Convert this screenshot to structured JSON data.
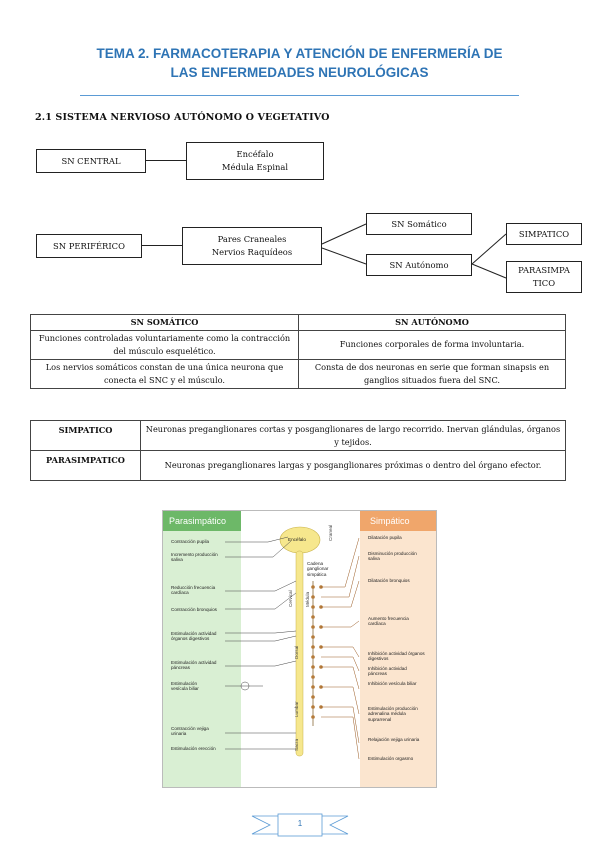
{
  "title_line1": "TEMA 2. FARMACOTERAPIA Y ATENCIÓN DE ENFERMERÍA DE",
  "title_line2": "LAS ENFERMEDADES NEUROLÓGICAS",
  "section_title": "2.1 SISTEMA NERVIOSO AUTÓNOMO O VEGETATIVO",
  "diagram": {
    "sn_central": "SN CENTRAL",
    "encefalo": "Encéfalo",
    "medula": "Médula Espinal",
    "sn_periferico": "SN PERIFÉRICO",
    "pares": "Pares Craneales",
    "nervios": "Nervios Raquídeos",
    "sn_somatico": "SN Somático",
    "sn_autonomo": "SN Autónomo",
    "simpatico": "SIMPATICO",
    "parasimpa_1": "PARASIMPA",
    "parasimpa_2": "TICO"
  },
  "table1": {
    "headers": [
      "SN SOMÁTICO",
      "SN AUTÓNOMO"
    ],
    "rows": [
      [
        "Funciones controladas voluntariamente como la contracción del músculo esquelético.",
        "Funciones corporales de forma involuntaria."
      ],
      [
        "Los nervios somáticos constan de una única neurona que conecta el SNC y el músculo.",
        "Consta de dos neuronas en serie que forman sinapsis en ganglios situados fuera del SNC."
      ]
    ]
  },
  "table2": {
    "rows": [
      [
        "SIMPATICO",
        "Neuronas preganglionares cortas y posganglionares de largo recorrido. Inervan glándulas, órganos y tejidos."
      ],
      [
        "PARASIMPATICO",
        "Neuronas preganglionares largas y posganglionares próximas o dentro del órgano efector."
      ]
    ]
  },
  "figure": {
    "para_title": "Parasimpático",
    "simp_title": "Simpático",
    "encefalo": "Encéfalo",
    "cadena": "Cadena ganglionar simpática",
    "regions": [
      "Craneal",
      "Cervical",
      "Médula",
      "Dorsal",
      "Lumbar",
      "Sacra"
    ],
    "para_labels": [
      "Contracción pupila",
      "Incremento producción saliva",
      "Reducción frecuencia cardíaca",
      "Contracción bronquios",
      "Estimulación actividad órganos digestivos",
      "Estimulación actividad páncreas",
      "Estimulación vesícula biliar",
      "Contracción vejiga urinaria",
      "Estimulación erección"
    ],
    "simp_labels": [
      "Dilatación pupila",
      "Disminución producción saliva",
      "Dilatación bronquios",
      "Aumento frecuencia cardíaca",
      "Inhibición actividad órganos digestivos",
      "Inhibición actividad páncreas",
      "Inhibición vesícula biliar",
      "Estimulación producción adrenalina médula suprarrenal",
      "Relajación vejiga urinaria",
      "Estimulación orgasmo"
    ]
  },
  "page_number": "1",
  "colors": {
    "title": "#2e74b5",
    "para": "#6db868",
    "simp": "#f0a66b"
  }
}
